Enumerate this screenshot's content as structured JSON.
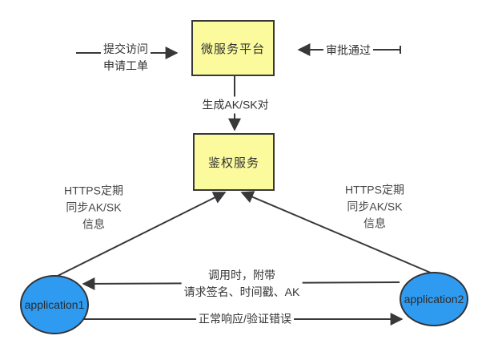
{
  "diagram": {
    "title": "AK/SK microservice authentication flow",
    "colors": {
      "background": "#ffffff",
      "rect_node_fill": "#fbfb9e",
      "node_border": "#38383b",
      "ellipse_fill": "#2f9bf0",
      "line": "#38383b",
      "text": "#333333",
      "sync_label_text": "#474747",
      "label_chip_bg": "#ffffff"
    },
    "nodes": {
      "platform": {
        "label": "微服务平台"
      },
      "auth": {
        "label": "鉴权服务"
      },
      "app1": {
        "label": "application1"
      },
      "app2": {
        "label": "application2"
      }
    },
    "edges": {
      "submit": {
        "line1": "提交访问",
        "line2": "申请工单"
      },
      "approve": {
        "label": "审批通过"
      },
      "generate": {
        "label": "生成AK/SK对"
      },
      "sync_left": {
        "line1": "HTTPS定期",
        "line2": "同步AK/SK",
        "line3": "信息"
      },
      "sync_right": {
        "line1": "HTTPS定期",
        "line2": "同步AK/SK",
        "line3": "信息"
      },
      "invoke": {
        "line1": "调用时，附带",
        "line2": "请求签名、时间戳、AK"
      },
      "response": {
        "label": "正常响应/验证错误"
      }
    }
  }
}
